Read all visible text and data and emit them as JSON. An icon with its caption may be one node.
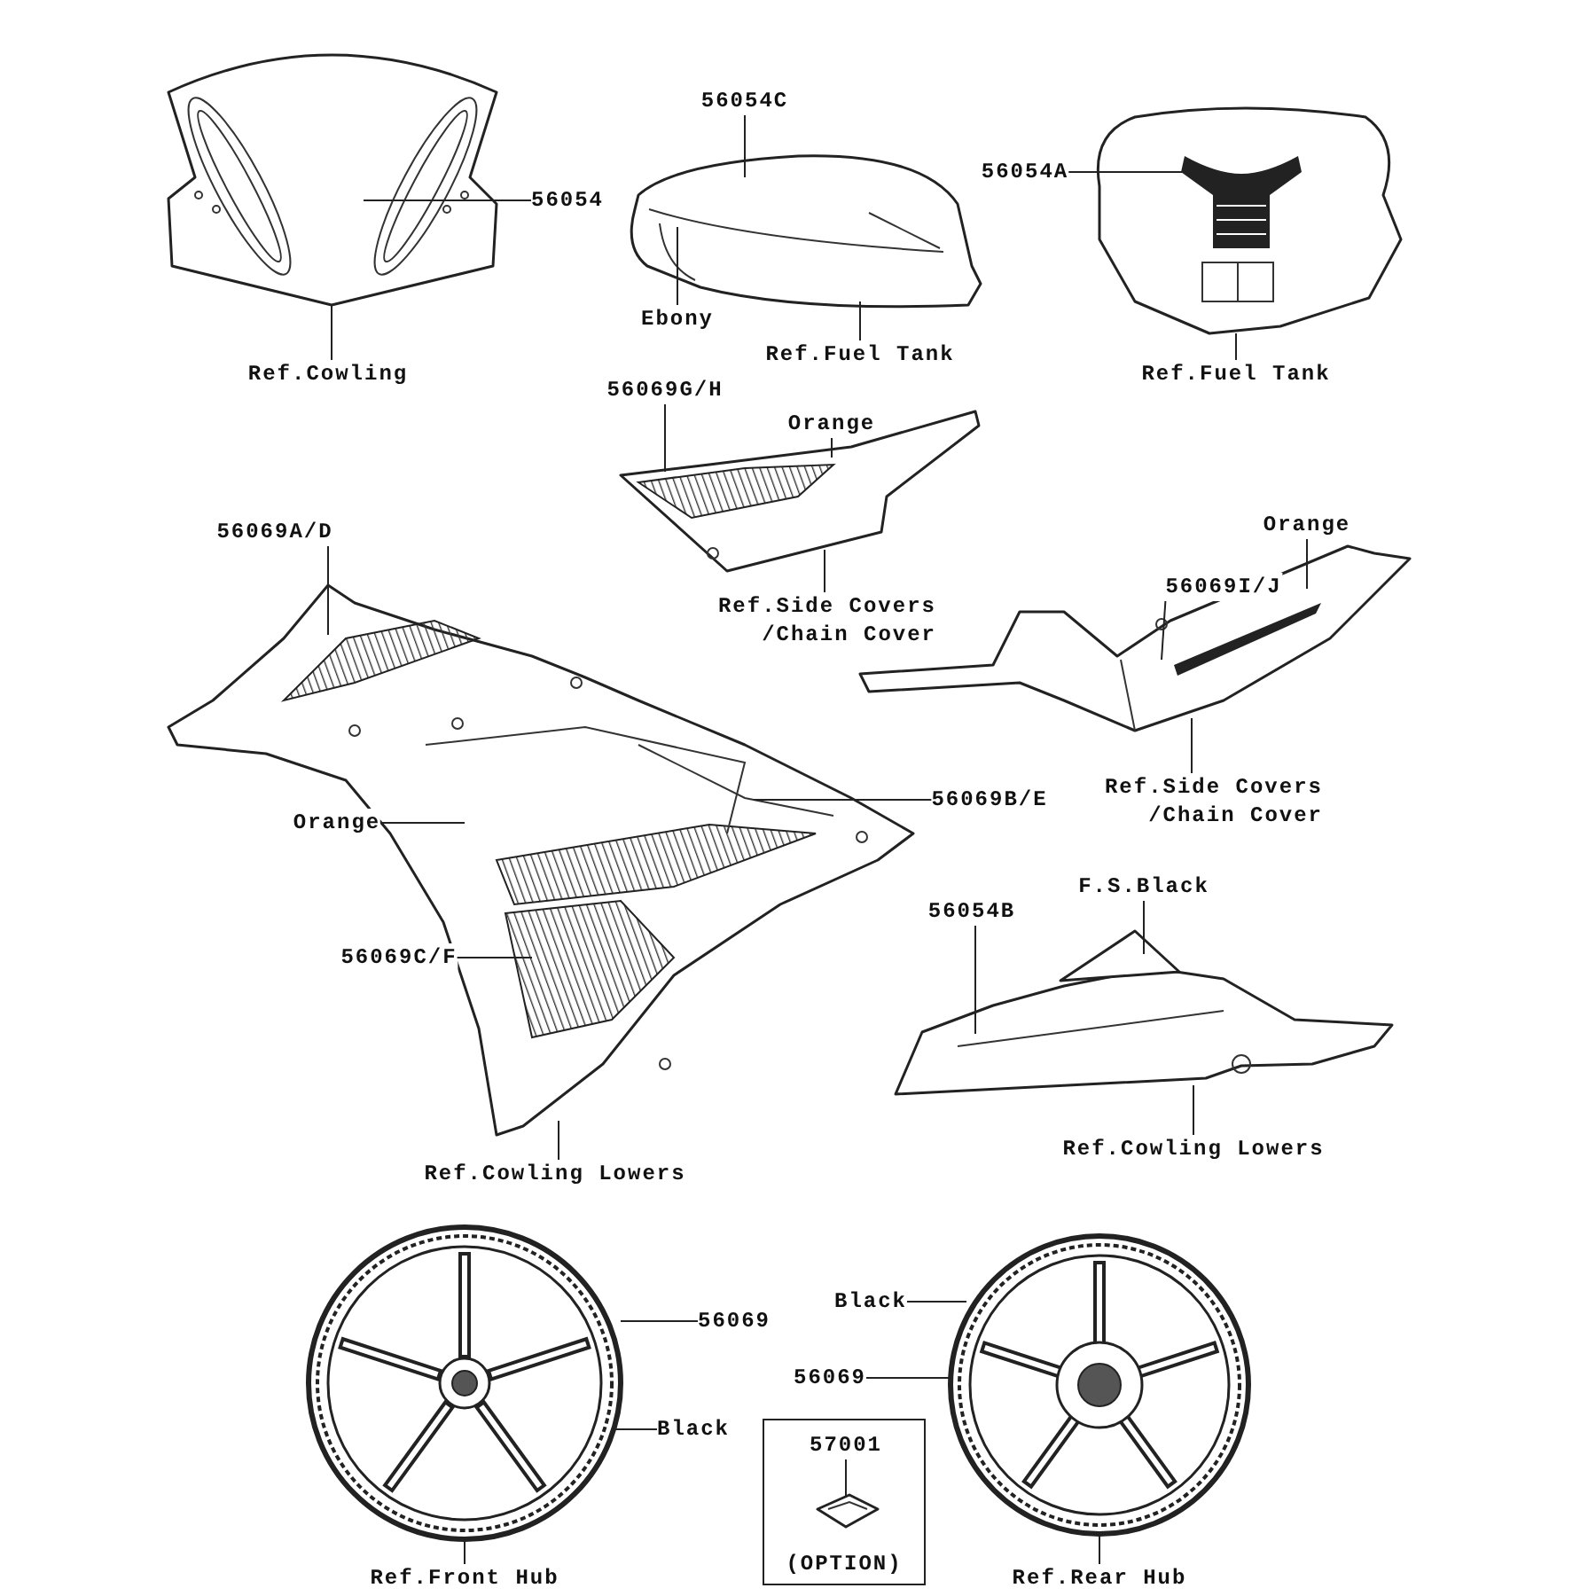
{
  "diagram": {
    "nodes": [
      {
        "text": [],
        "shape": "picture"
      },
      {
        "text": [
          "56054"
        ]
      },
      {
        "text": [
          "Ref.Cowling"
        ]
      },
      {
        "text": [
          "56054C"
        ]
      },
      {
        "text": [],
        "shape": "picture"
      },
      {
        "text": [
          "Ebony"
        ]
      },
      {
        "text": [
          "Ref.Fuel Tank"
        ]
      },
      {
        "text": [
          "56054A"
        ]
      },
      {
        "text": [],
        "shape": "picture"
      },
      {
        "text": [
          "Ref.Fuel Tank"
        ]
      },
      {
        "text": [
          "56069G/H"
        ]
      },
      {
        "text": [
          "Orange"
        ]
      },
      {
        "text": [],
        "shape": "picture"
      },
      {
        "text": [
          "Ref.Side Covers /Chain Cover"
        ]
      },
      {
        "text": [
          "56069A/D"
        ]
      },
      {
        "text": [
          "Orange"
        ]
      },
      {
        "text": [
          "56069I/J"
        ]
      },
      {
        "text": [],
        "shape": "picture"
      },
      {
        "text": [],
        "shape": "picture"
      },
      {
        "text": [
          "Ref.Side Covers /Chain Cover"
        ]
      },
      {
        "text": [
          "56069B/E"
        ]
      },
      {
        "text": [
          "Orange"
        ]
      },
      {
        "text": [
          "F.S.Black"
        ]
      },
      {
        "text": [
          "56069C/F"
        ]
      },
      {
        "text": [
          "56054B"
        ]
      },
      {
        "text": [],
        "shape": "picture"
      },
      {
        "text": [
          "Ref.Cowling Lowers"
        ]
      },
      {
        "text": [
          "Ref.Cowling Lowers"
        ]
      },
      {
        "text": [],
        "shape": "picture"
      },
      {
        "text": [
          "56069"
        ]
      },
      {
        "text": [
          "Black"
        ]
      },
      {
        "text": [
          "Black"
        ]
      },
      {
        "text": [
          "56069"
        ]
      },
      {
        "text": [],
        "shape": "picture"
      },
      {
        "text": [
          "(OPTION)"
        ]
      },
      {
        "text": [
          "57001"
        ],
        "in": 34
      },
      {
        "text": [],
        "shape": "picture",
        "in": 34
      },
      {
        "text": [
          "Ref.Front Hub"
        ]
      },
      {
        "text": [
          "Ref.Rear Hub"
        ]
      }
    ],
    "edges": [
      {
        "from": 1,
        "to": 0,
        "arrow": "none"
      },
      {
        "from": 2,
        "to": 0,
        "arrow": "none"
      },
      {
        "from": 3,
        "to": 4,
        "arrow": "none"
      },
      {
        "from": 5,
        "to": 4,
        "arrow": "none"
      },
      {
        "from": 6,
        "to": 4,
        "arrow": "none"
      },
      {
        "from": 7,
        "to": 8,
        "arrow": "none"
      },
      {
        "from": 9,
        "to": 8,
        "arrow": "none"
      },
      {
        "from": 10,
        "to": 12,
        "arrow": "none"
      },
      {
        "from": 11,
        "to": 12,
        "arrow": "none"
      },
      {
        "from": 13,
        "to": 12,
        "arrow": "none"
      },
      {
        "from": 14,
        "to": 17,
        "arrow": "none"
      },
      {
        "from": 15,
        "to": 18,
        "arrow": "none"
      },
      {
        "from": 16,
        "to": 18,
        "arrow": "none"
      },
      {
        "from": 19,
        "to": 18,
        "arrow": "none"
      },
      {
        "from": 20,
        "to": 17,
        "arrow": "none"
      },
      {
        "from": 21,
        "to": 17,
        "arrow": "none"
      },
      {
        "from": 23,
        "to": 17,
        "arrow": "none"
      },
      {
        "from": 22,
        "to": 25,
        "arrow": "none"
      },
      {
        "from": 24,
        "to": 25,
        "arrow": "none"
      },
      {
        "from": 26,
        "to": 17,
        "arrow": "none"
      },
      {
        "from": 27,
        "to": 25,
        "arrow": "none"
      },
      {
        "from": 29,
        "to": 28,
        "arrow": "none"
      },
      {
        "from": 30,
        "to": 28,
        "arrow": "none"
      },
      {
        "from": 37,
        "to": 28,
        "arrow": "none"
      },
      {
        "from": 31,
        "to": 33,
        "arrow": "none"
      },
      {
        "from": 32,
        "to": 33,
        "arrow": "none"
      },
      {
        "from": 38,
        "to": 33,
        "arrow": "none"
      },
      {
        "from": 35,
        "to": 36,
        "arrow": "none"
      }
    ]
  }
}
